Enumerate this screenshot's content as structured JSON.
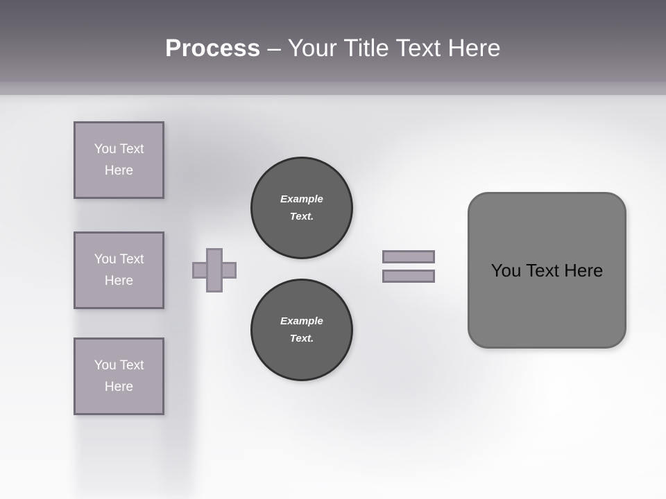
{
  "slide": {
    "title": {
      "bold_part": "Process",
      "rest_part": " – Your Title Text Here",
      "full": "Process – Your Title Text Here"
    },
    "background_description": "grayscale clouds and smokestack photo"
  },
  "colors": {
    "header_top": "#5f5b66",
    "header_bottom": "#9b96a0",
    "box_fill": "#ada5b0",
    "box_border": "#6f6a75",
    "circle_fill": "#646464",
    "circle_border": "#2f2f2f",
    "result_fill": "#808080",
    "result_border": "#6b6b6b",
    "operator_fill": "#ada5b0",
    "title_text": "#ffffff",
    "box_text": "#ffffff",
    "circle_text": "#ffffff",
    "result_text": "#0a0a0a"
  },
  "inputs": {
    "boxes": [
      {
        "line1": "You Text",
        "line2": "Here"
      },
      {
        "line1": "You Text",
        "line2": "Here"
      },
      {
        "line1": "You Text",
        "line2": "Here"
      }
    ]
  },
  "operators": {
    "plus": "+",
    "equals": "="
  },
  "circles": [
    {
      "line1": "Example",
      "line2": "Text."
    },
    {
      "line1": "Example",
      "line2": "Text."
    }
  ],
  "result": {
    "label": "You Text Here"
  }
}
